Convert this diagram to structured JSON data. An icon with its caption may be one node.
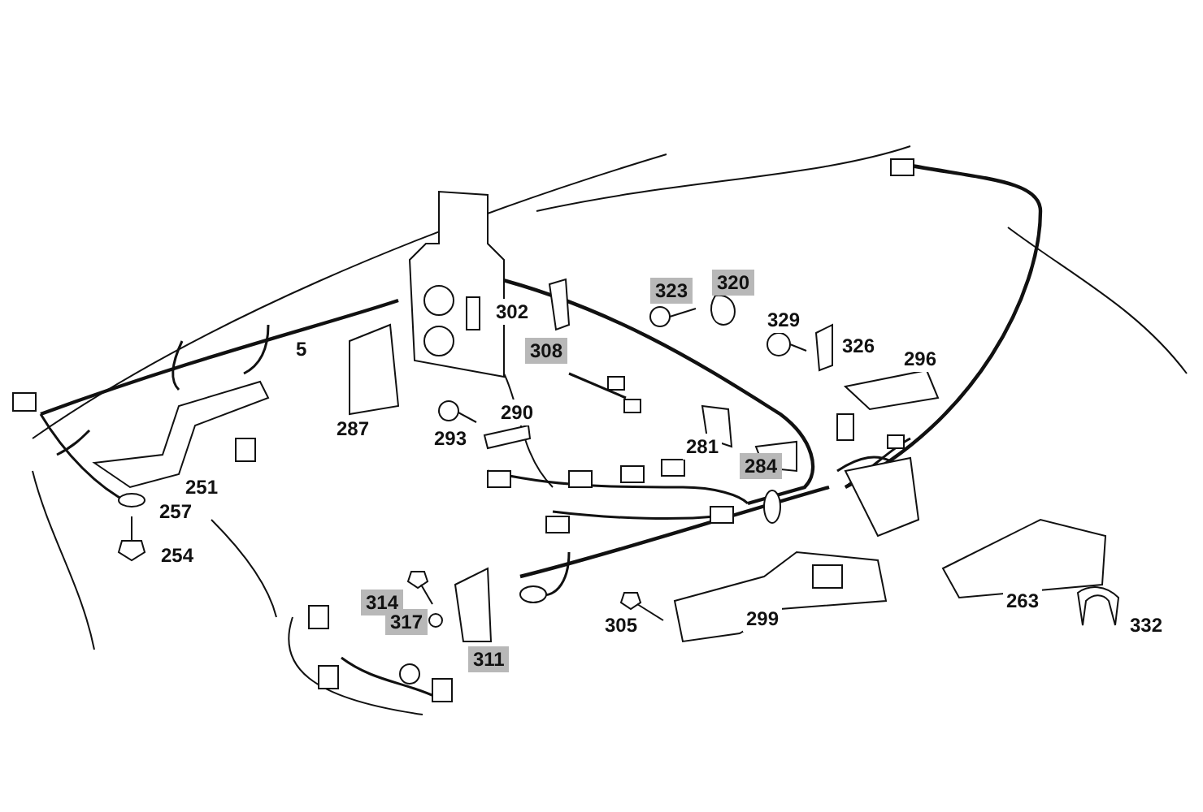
{
  "diagram": {
    "labels": [
      "323",
      "320",
      "302",
      "329",
      "326",
      "5",
      "308",
      "296",
      "290",
      "287",
      "293",
      "281",
      "284",
      "251",
      "257",
      "254",
      "263",
      "314",
      "299",
      "317",
      "305",
      "332",
      "311"
    ]
  }
}
